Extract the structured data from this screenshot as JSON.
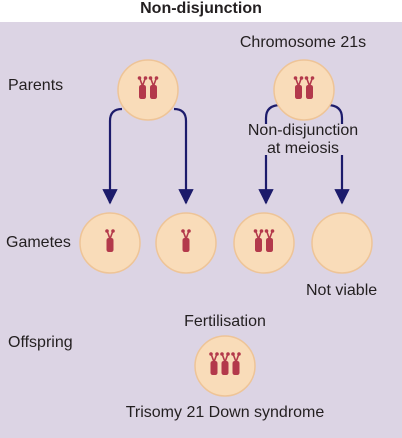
{
  "title": "Non-disjunction",
  "rows": {
    "parents": "Parents",
    "gametes": "Gametes",
    "offspring": "Offspring"
  },
  "labels": {
    "chromosome": "Chromosome 21s",
    "nondisjunction_line1": "Non-disjunction",
    "nondisjunction_line2": "at meiosis",
    "not_viable": "Not viable",
    "fertilisation": "Fertilisation",
    "trisomy": "Trisomy 21 Down syndrome"
  },
  "cells": {
    "parent_left": {
      "chromosomes": 2
    },
    "parent_right": {
      "chromosomes": 2
    },
    "gamete_1": {
      "chromosomes": 1
    },
    "gamete_2": {
      "chromosomes": 1
    },
    "gamete_3": {
      "chromosomes": 2
    },
    "gamete_4": {
      "chromosomes": 0
    },
    "offspring": {
      "chromosomes": 3
    }
  },
  "colors": {
    "background": "#dcd4e4",
    "cell_fill": "#f9dcb9",
    "cell_stroke": "#eec497",
    "chromosome": "#b3394b",
    "arrow": "#1c1b6b"
  }
}
